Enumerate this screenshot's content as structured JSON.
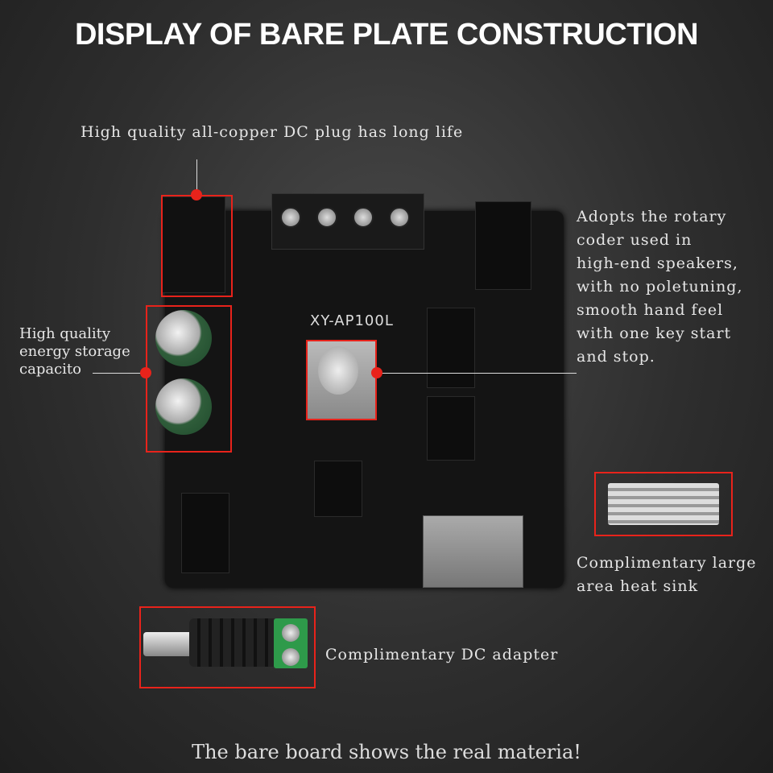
{
  "title": "DISPLAY OF BARE PLATE CONSTRUCTION",
  "board_label": "XY-AP100L",
  "notes": {
    "dc_plug": "High quality all-copper DC plug has long life",
    "capacitor": [
      "High quality",
      "energy storage",
      "capacito"
    ],
    "rotary": [
      "Adopts the rotary",
      "coder used in",
      "high-end speakers,",
      "with no poletuning,",
      "smooth hand feel",
      "with one key start",
      "and stop."
    ],
    "heat_sink": [
      "Complimentary large",
      "area heat sink"
    ],
    "dc_adapter": "Complimentary DC adapter"
  },
  "footer": "The bare board shows the real materia!",
  "colors": {
    "accent": "#e8231b"
  }
}
